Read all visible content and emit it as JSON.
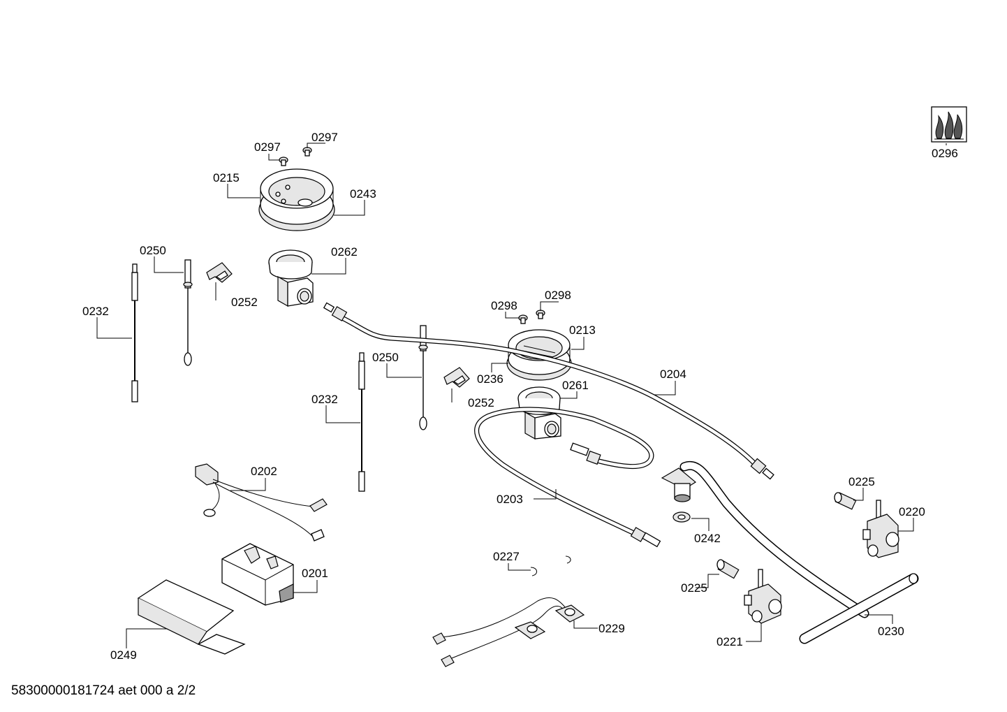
{
  "parts": {
    "p0296": "0296",
    "p0297a": "0297",
    "p0297b": "0297",
    "p0215": "0215",
    "p0243": "0243",
    "p0250a": "0250",
    "p0262": "0262",
    "p0252a": "0252",
    "p0232a": "0232",
    "p0298a": "0298",
    "p0298b": "0298",
    "p0213": "0213",
    "p0250b": "0250",
    "p0236": "0236",
    "p0204": "0204",
    "p0261": "0261",
    "p0252b": "0252",
    "p0232b": "0232",
    "p0202": "0202",
    "p0203": "0203",
    "p0225a": "0225",
    "p0220": "0220",
    "p0242": "0242",
    "p0227": "0227",
    "p0201": "0201",
    "p0225b": "0225",
    "p0221": "0221",
    "p0229": "0229",
    "p0230": "0230",
    "p0249": "0249"
  },
  "footer": "58300000181724 aet 000 a 2/2"
}
